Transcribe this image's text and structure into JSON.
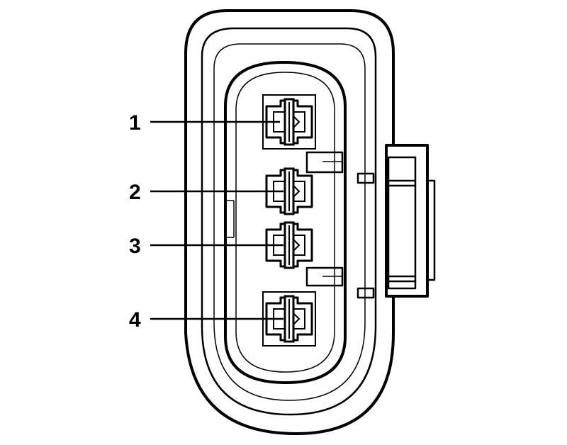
{
  "pins": [
    {
      "label": "1"
    },
    {
      "label": "2"
    },
    {
      "label": "3"
    },
    {
      "label": "4"
    }
  ],
  "colors": {
    "line": "#000000",
    "background": "#ffffff"
  }
}
